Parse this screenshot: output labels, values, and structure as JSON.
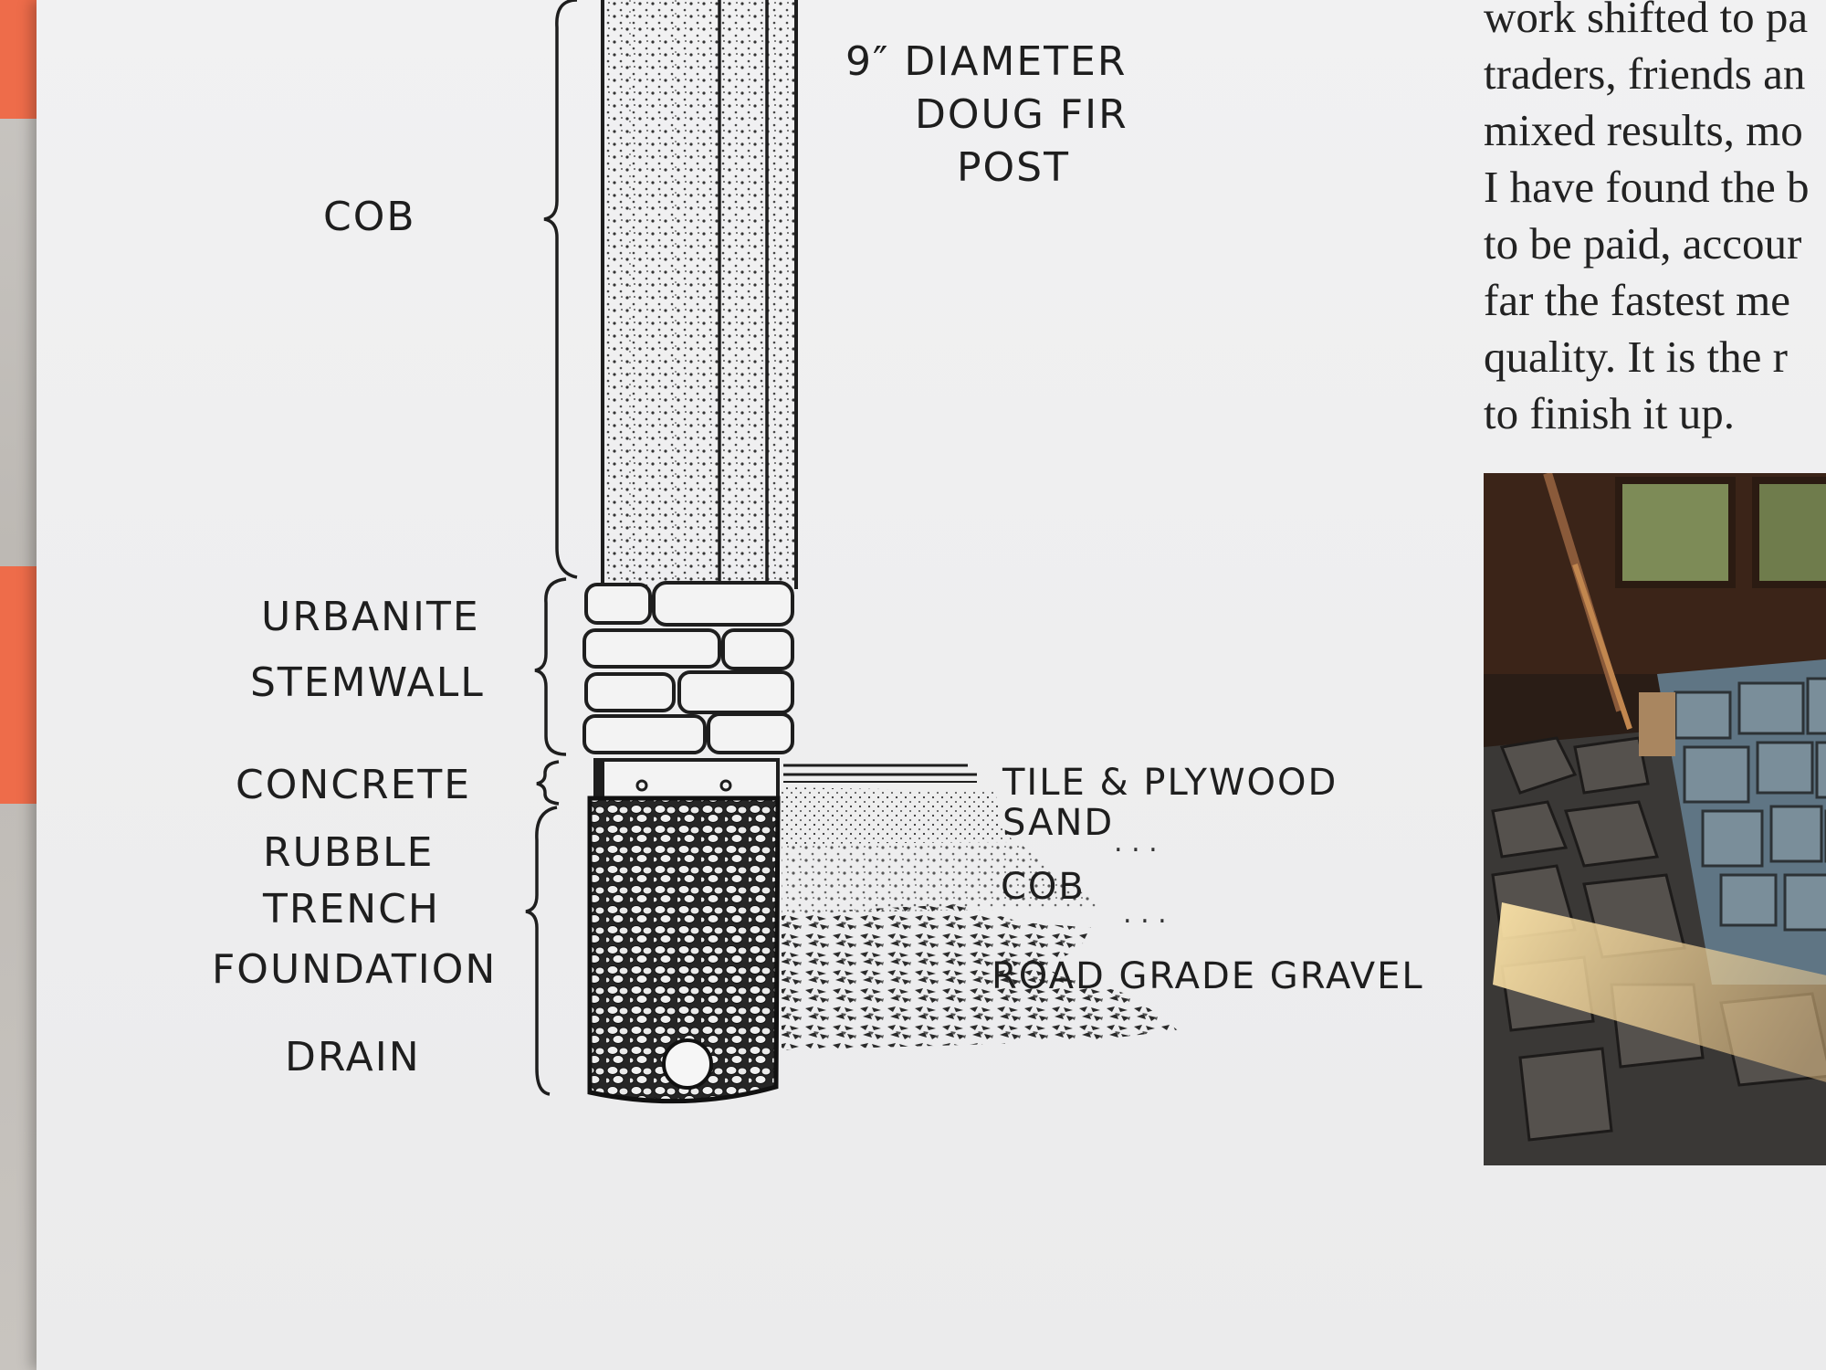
{
  "diagram": {
    "post_label": [
      "9″ DIAMETER",
      "DOUG FIR",
      "POST"
    ],
    "left_labels": {
      "cob": "COB",
      "urbanite_stemwall": [
        "URBANITE",
        "STEMWALL"
      ],
      "concrete": "CONCRETE",
      "rubble_trench_foundation": [
        "RUBBLE",
        "TRENCH",
        "FOUNDATION"
      ],
      "drain": "DRAIN"
    },
    "right_labels": {
      "tile_plywood": "TILE & PLYWOOD",
      "sand": "SAND",
      "cob": "COB",
      "gravel": "ROAD GRADE GRAVEL"
    }
  },
  "book_text": {
    "lines": [
      "work shifted to pa",
      "traders, friends an",
      "mixed results, mo",
      "I have found the b",
      "to be paid, accour",
      "far the fastest me",
      "quality. It is the r",
      "to finish it up."
    ]
  },
  "colors": {
    "page": "#efeff0",
    "ink": "#1e1e1e",
    "fabric_orange": "#ee6c4a"
  }
}
